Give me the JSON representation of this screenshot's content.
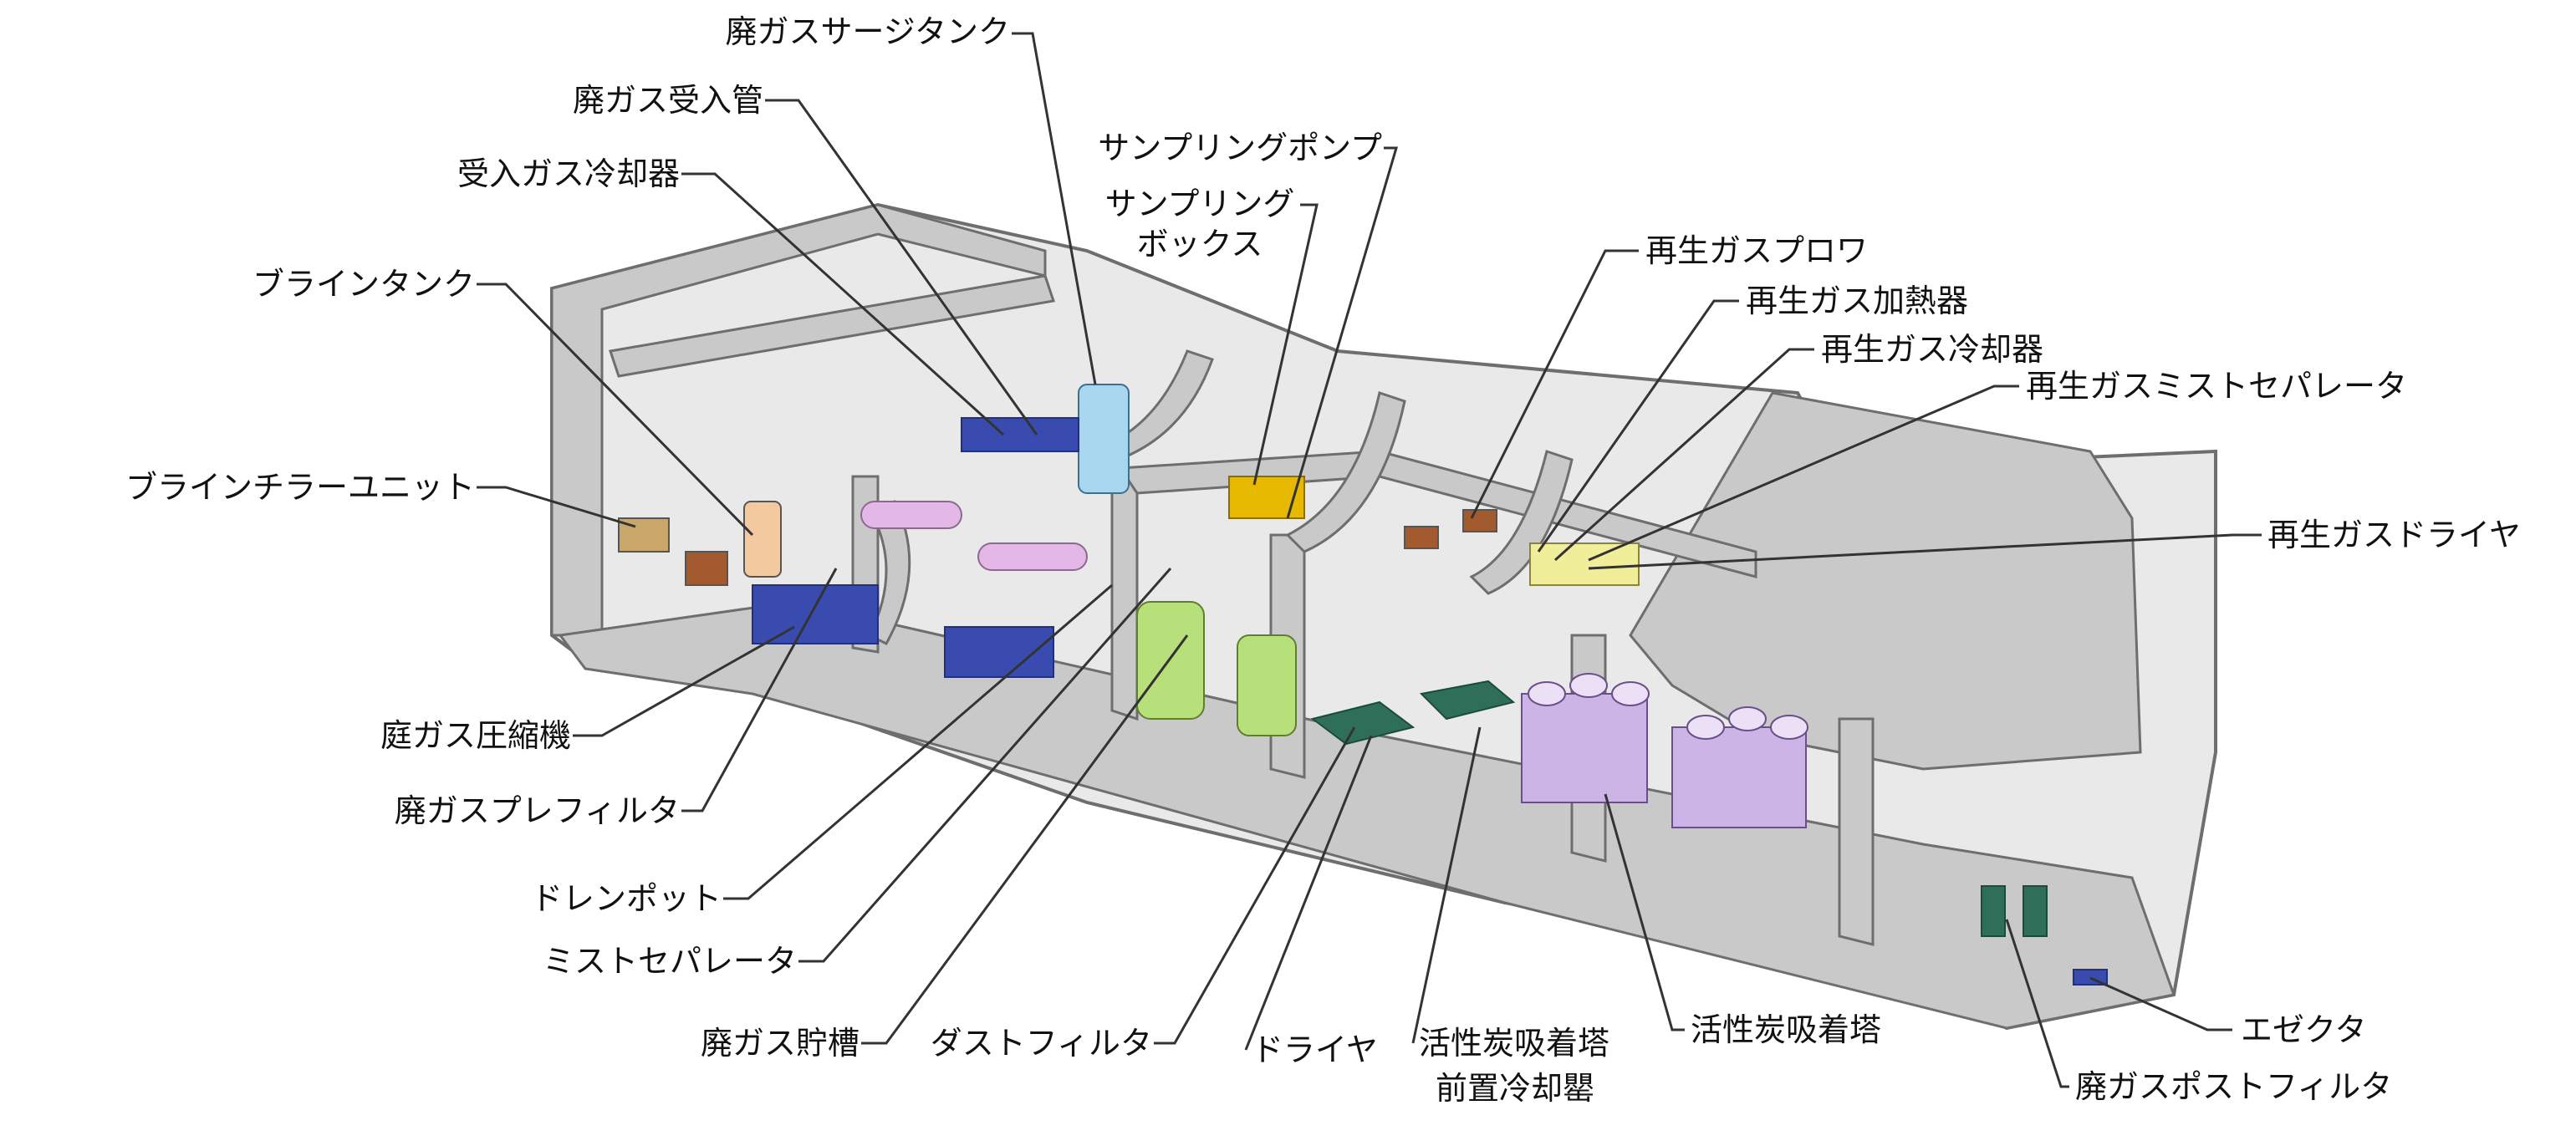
{
  "labels": {
    "waste_gas_surge_tank": "廃ガスサージタンク",
    "waste_gas_inlet_pipe": "廃ガス受入管",
    "inlet_gas_cooler": "受入ガス冷却器",
    "brine_tank": "ブラインタンク",
    "brine_chiller_unit": "ブラインチラーユニット",
    "sampling_pump": "サンプリングポンプ",
    "sampling_box_line1": "サンプリング",
    "sampling_box_line2": "ボックス",
    "regen_gas_blower": "再生ガスプロワ",
    "regen_gas_heater": "再生ガス加熱器",
    "regen_gas_cooler": "再生ガス冷却器",
    "regen_gas_mist_separator": "再生ガスミストセパレータ",
    "regen_gas_dryer": "再生ガスドライヤ",
    "garden_gas_compressor": "庭ガス圧縮機",
    "waste_gas_prefilter": "廃ガスプレフィルタ",
    "drain_pot": "ドレンポット",
    "mist_separator": "ミストセパレータ",
    "waste_gas_storage_tank": "廃ガス貯槽",
    "dust_filter": "ダストフィルタ",
    "dryer": "ドライヤ",
    "carbon_precooler_line1": "活性炭吸着塔",
    "carbon_precooler_line2": "前置冷却罌",
    "carbon_adsorption_tower": "活性炭吸着塔",
    "ejector": "エゼクタ",
    "waste_gas_post_filter": "廃ガスポストフィルタ"
  },
  "colors": {
    "concrete_fill": "#c9c9c9",
    "concrete_light": "#e9e9e9",
    "wall_edge": "#6e6e6e",
    "blue_equipment": "#3a4bb0",
    "light_blue_tank": "#a9d6ef",
    "pink_pipe": "#e3b7e6",
    "yellow_box": "#e6b800",
    "green_tank": "#b8e07a",
    "dark_green_frame": "#2f6f5a",
    "purple_tower": "#cdb4e6",
    "brown_unit": "#a35a2e",
    "leader_line": "#333333"
  }
}
